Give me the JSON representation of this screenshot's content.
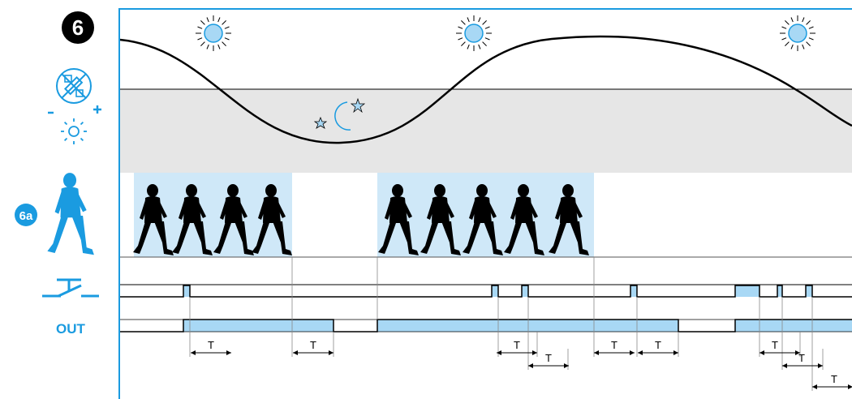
{
  "diagram": {
    "step_number": "6",
    "motion_label": "6a",
    "switch_label": "",
    "out_label": "OUT",
    "t_label": "T",
    "colors": {
      "accent": "#1a9be0",
      "fill": "#a8d8f5",
      "light_band": "#e6e6e6",
      "walker_bg": "#cfe8f8",
      "ink": "#000000"
    },
    "icons": [
      "sun-icon",
      "moon-icon",
      "star-icon",
      "light-sensor-icon",
      "person-walking-icon",
      "switch-symbol-icon"
    ],
    "walker_groups": [
      {
        "count": 4
      },
      {
        "count": 5
      }
    ]
  }
}
